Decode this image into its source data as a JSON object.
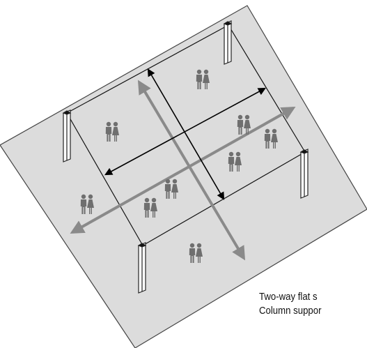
{
  "caption": {
    "line1": "Two-way flat s",
    "line2": "Column suppor"
  },
  "colors": {
    "slab": "#dcdcdc",
    "slab_edge": "#444444",
    "beam_line": "#111111",
    "primary_span_arrows": "#000000",
    "secondary_span_arrows": "#8a8a8a",
    "people": "#6f6f6f",
    "column_face": "#ffffff",
    "column_edge": "#222222"
  },
  "icons": {
    "person": "person-icon",
    "column": "column-icon"
  },
  "people_groups": 9,
  "columns": 4
}
